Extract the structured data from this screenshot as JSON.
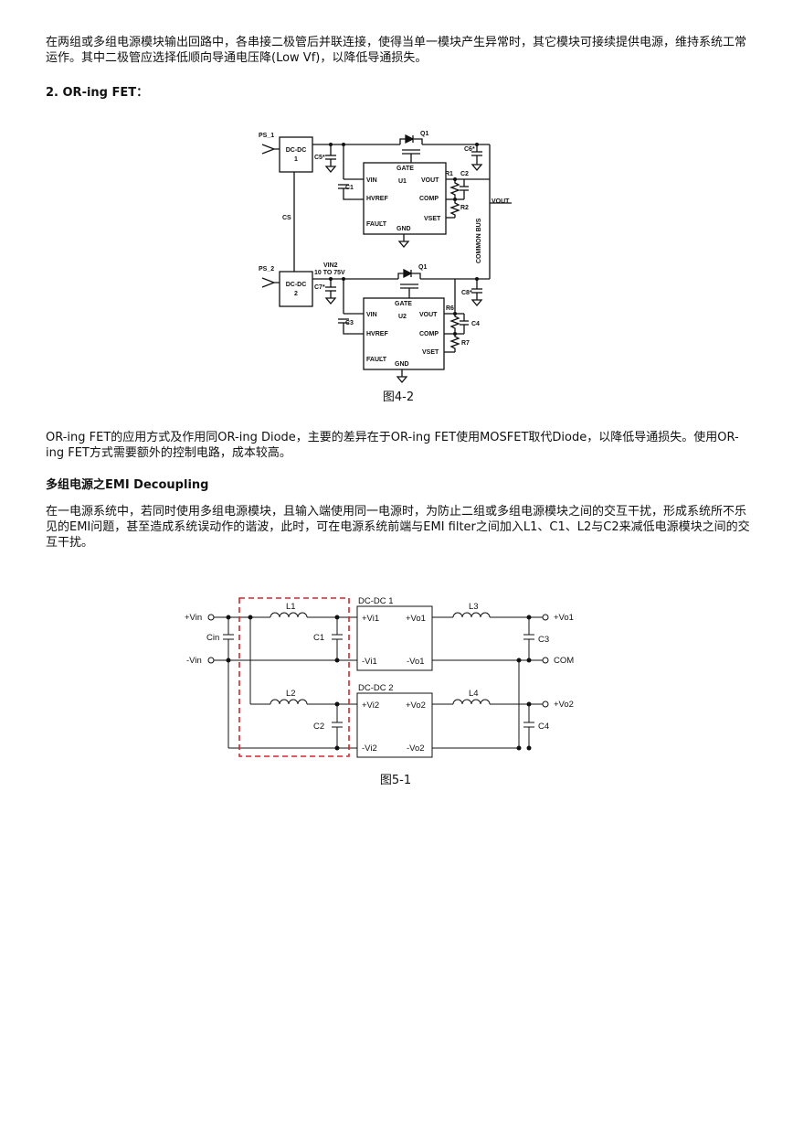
{
  "section_intro": {
    "text": "在两组或多组电源模块输出回路中，各串接二极管后并联连接，使得当单一模块产生异常时，其它模块可接续提供电源，维持系统工常运作。其中二极管应选择低顺向导通电压降(Low Vf)，以降低导通损失。"
  },
  "section_oring": {
    "heading": "2. OR-ing FET：",
    "figure": {
      "caption": "图4-2",
      "labels": {
        "ps1": "PS_1",
        "ps2": "PS_2",
        "dcdc1": "DC-DC",
        "dcdc1_n": "1",
        "dcdc2": "DC-DC",
        "dcdc2_n": "2",
        "c5": "C5*",
        "c6": "C6*",
        "c7": "C7*",
        "c8": "C8*",
        "c1": "C1",
        "c2": "C2",
        "c3": "C3",
        "c4": "C4",
        "cs": "CS",
        "q1_top": "Q1",
        "q1_bot": "Q1",
        "gate1": "GATE",
        "gate2": "GATE",
        "u1": "U1",
        "u2": "U2",
        "vin1": "VIN",
        "vin2": "VIN",
        "hvref1": "HVREF",
        "hvref2": "HVREF",
        "fault1": "FAULT",
        "fault2": "FAULT",
        "gnd1": "GND",
        "gnd2": "GND",
        "vout1": "VOUT",
        "vout2": "VOUT",
        "comp1": "COMP",
        "comp2": "COMP",
        "vset1": "VSET",
        "vset2": "VSET",
        "r1": "R1",
        "r2": "R2",
        "r6": "R6",
        "r7": "R7",
        "vout_bus": "VOUT",
        "common_bus": "COMMON BUS",
        "vin2_label": "VIN2",
        "vin2_range": "10 TO 75V"
      }
    },
    "body": "OR-ing FET的应用方式及作用同OR-ing Diode，主要的差异在于OR-ing FET使用MOSFET取代Diode，以降低导通损失。使用OR-ing FET方式需要额外的控制电路，成本较高。"
  },
  "section_emi": {
    "heading": "多组电源之EMI Decoupling",
    "body": "在一电源系统中，若同时使用多组电源模块，且输入端使用同一电源时，为防止二组或多组电源模块之间的交互干扰，形成系统所不乐见的EMI问题，甚至造成系统误动作的谐波，此时，可在电源系统前端与EMI filter之间加入L1、C1、L2与C2来减低电源模块之间的交互干扰。",
    "figure": {
      "caption": "图5-1",
      "labels": {
        "vin_pos": "+Vin",
        "vin_neg": "-Vin",
        "cin": "Cin",
        "l1": "L1",
        "l2": "L2",
        "l3": "L3",
        "l4": "L4",
        "c1": "C1",
        "c2": "C2",
        "c3": "C3",
        "c4": "C4",
        "dcdc1": "DC-DC 1",
        "dcdc2": "DC-DC 2",
        "vi1p": "+Vi1",
        "vo1p": "+Vo1",
        "vi1n": "-Vi1",
        "vo1n": "-Vo1",
        "vi2p": "+Vi2",
        "vo2p": "+Vo2",
        "vi2n": "-Vi2",
        "vo2n": "-Vo2",
        "out_vo1": "+Vo1",
        "out_com": "COM",
        "out_vo2": "+Vo2"
      },
      "colors": {
        "filter_box": "#e0202a"
      }
    }
  }
}
